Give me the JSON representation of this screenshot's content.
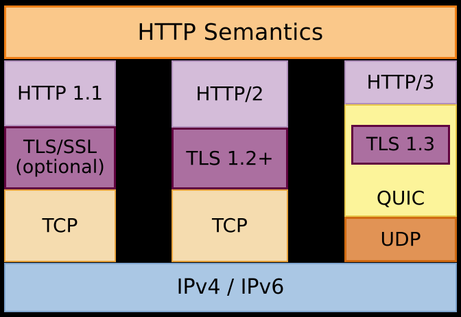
{
  "diagram": {
    "title": "HTTP Semantics",
    "header": {
      "label": "HTTP Semantics",
      "fill": "#fac88a",
      "border": "#ef7f16"
    },
    "columns": [
      {
        "name": "http-1-1-stack",
        "layers": [
          {
            "key": "application",
            "label": "HTTP 1.1",
            "fill": "#d4bcd9",
            "border": "#b08fbb"
          },
          {
            "key": "security",
            "label": "TLS/SSL\n(optional)",
            "fill": "#ab6fa0",
            "border": "#60033f"
          },
          {
            "key": "transport",
            "label": "TCP",
            "fill": "#f5dcaf",
            "border": "#e8a33d"
          }
        ]
      },
      {
        "name": "http-2-stack",
        "layers": [
          {
            "key": "application",
            "label": "HTTP/2",
            "fill": "#d4bcd9",
            "border": "#b08fbb"
          },
          {
            "key": "security",
            "label": "TLS 1.2+",
            "fill": "#ab6fa0",
            "border": "#60033f"
          },
          {
            "key": "transport",
            "label": "TCP",
            "fill": "#f5dcaf",
            "border": "#e8a33d"
          }
        ]
      },
      {
        "name": "http-3-stack",
        "layers": [
          {
            "key": "application",
            "label": "HTTP/3",
            "fill": "#d4bcd9",
            "border": "#b08fbb"
          },
          {
            "key": "security",
            "label": "TLS 1.3",
            "fill": "#ab6fa0",
            "border": "#60033f"
          },
          {
            "key": "quic",
            "label": "QUIC",
            "fill": "#fcf49a",
            "border": "#e8c84a"
          },
          {
            "key": "transport",
            "label": "UDP",
            "fill": "#e19355",
            "border": "#cf6a12"
          }
        ]
      }
    ],
    "network": {
      "label": "IPv4 / IPv6",
      "fill": "#aac7e4",
      "border": "#7fa5cf"
    },
    "background": "#000000"
  }
}
